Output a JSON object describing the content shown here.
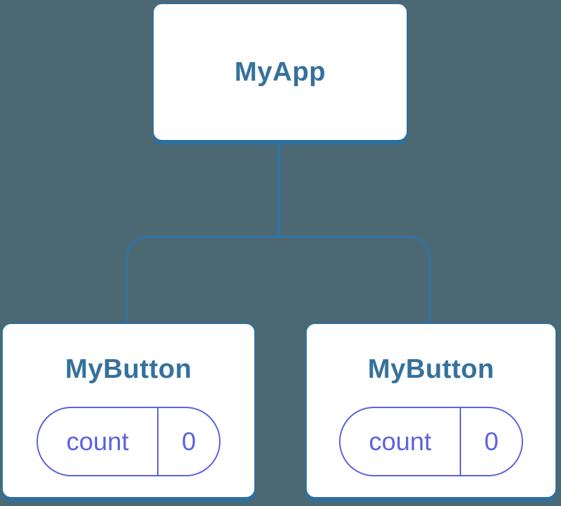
{
  "colors": {
    "background": "#4c6872",
    "node_background": "#ffffff",
    "node_border": "#2e6f9e",
    "node_label_text": "#35719c",
    "connector_line": "#2d73a6",
    "state_pill": "#5b62df"
  },
  "tree": {
    "root": {
      "label": "MyApp"
    },
    "children": [
      {
        "label": "MyButton",
        "state": {
          "key": "count",
          "value": "0"
        }
      },
      {
        "label": "MyButton",
        "state": {
          "key": "count",
          "value": "0"
        }
      }
    ]
  }
}
